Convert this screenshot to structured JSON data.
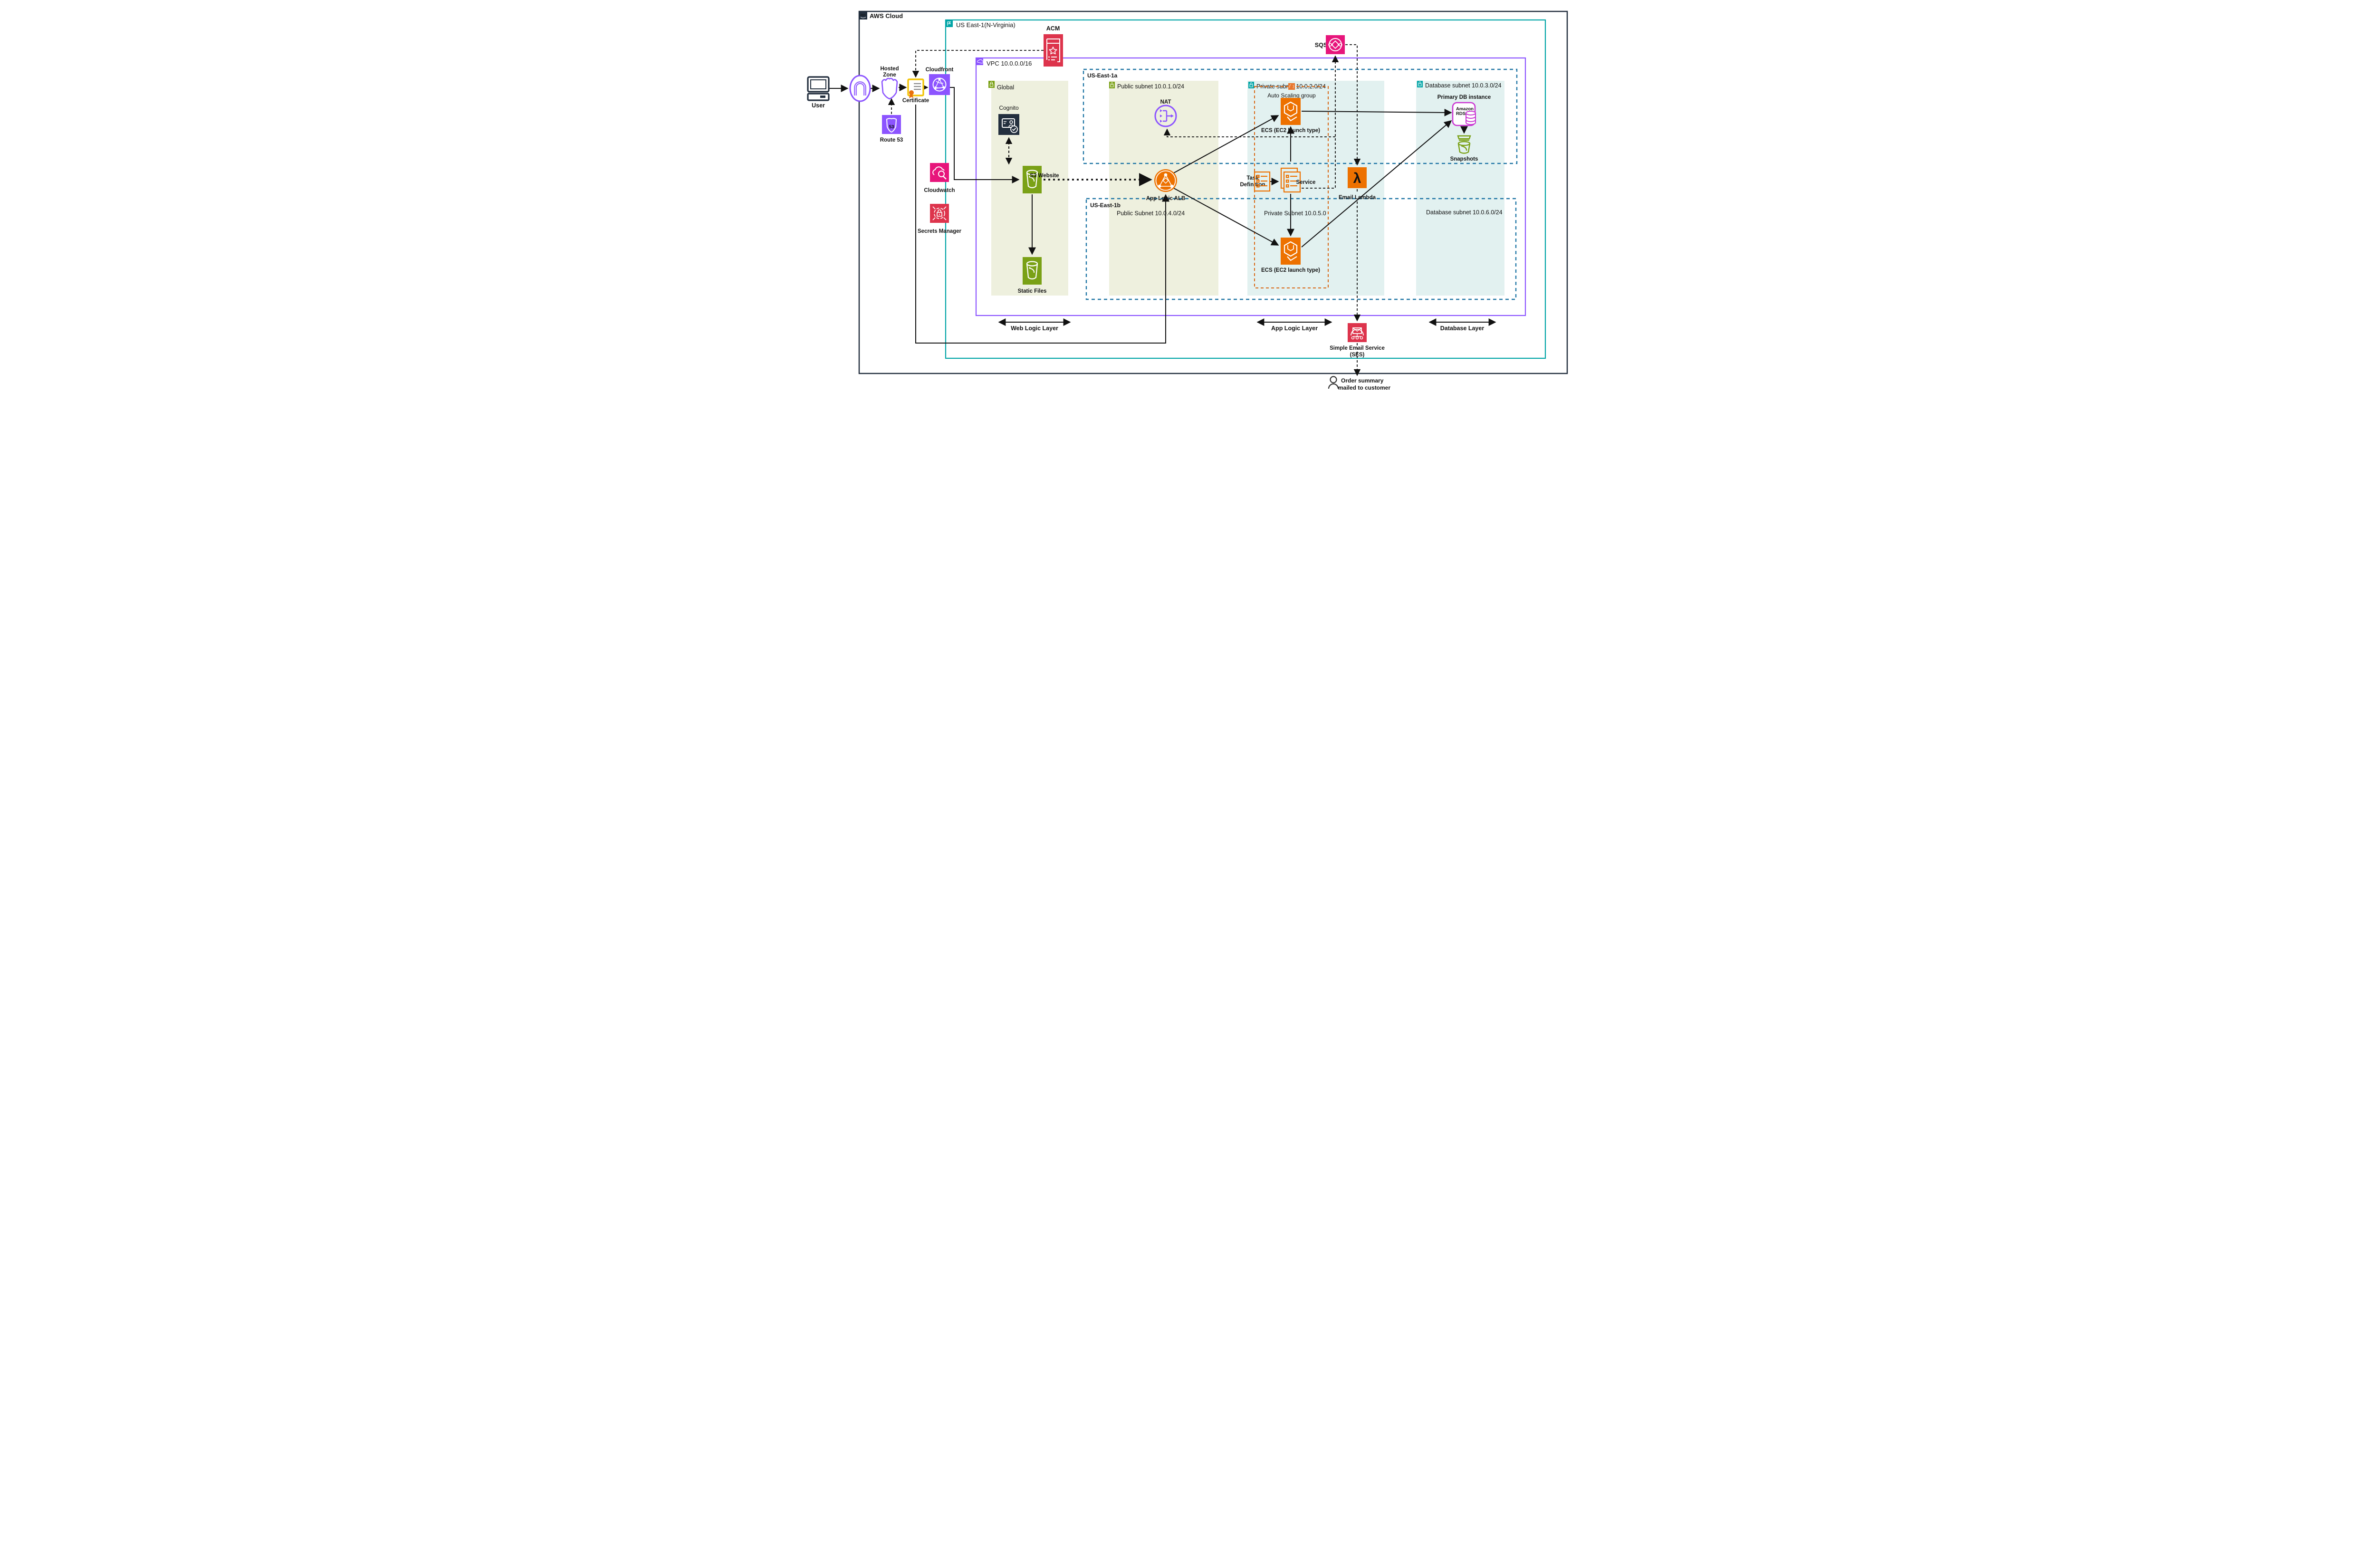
{
  "title": {
    "cloud": "AWS Cloud",
    "region": "US East-1(N-Virginia)",
    "vpc": "VPC 10.0.0.0/16",
    "logo": "aws"
  },
  "zones": {
    "global": "Global",
    "az_a": "US-East-1a",
    "az_b": "US-East-1b",
    "asg": "Auto Scaling group",
    "subnets": {
      "public_a": "Public subnet 10.0.1.0/24",
      "private_a": "Private subnet 10.0.2.0/24",
      "db_a": "Database subnet 10.0.3.0/24",
      "public_b": "Public Subnet 10.0.4.0/24",
      "private_b": "Private Subnet 10.0.5.0",
      "db_b": "Database subnet  10.0.6.0/24"
    }
  },
  "nodes": {
    "user": "User",
    "hosted_zone": [
      "Hosted",
      "Zone"
    ],
    "certificate": "Certificate",
    "cloudfront": "Cloudfront",
    "route53": "Route 53",
    "acm": "ACM",
    "sqs": "SQS",
    "cloudwatch": "Cloudwatch",
    "secrets_manager": "Secrets Manager",
    "cognito": "Cognito",
    "s3_website": "S3 Website",
    "static_files": "Static Files",
    "nat": "NAT",
    "alb": "App Logic ALB",
    "ecs_a": "ECS (EC2 launch type)",
    "ecs_b": "ECS (EC2 launch type)",
    "task_definition": [
      "Task",
      "Definition"
    ],
    "service": "Service",
    "email_lambda": "Email Lambda",
    "primary_db": "Primary DB instance",
    "snapshots": "Snapshots",
    "ses": [
      "Simple Email Service",
      "(SES)"
    ],
    "customer": [
      "Order summary",
      "mailed to customer"
    ]
  },
  "icons": {
    "route53_shield": "53",
    "lambda_glyph": "λ",
    "rds_line1": "Amazon",
    "rds_line2": "RDS"
  },
  "layers": {
    "web": "Web Logic Layer",
    "app": "App Logic Layer",
    "db": "Database Layer"
  },
  "colors": {
    "navy": "#232f3e",
    "teal": "#00a4a6",
    "region_label": "#1879a0",
    "purple": "#8c54ff",
    "green_label": "#3f8624",
    "olive": "#7aa116",
    "blue_label": "#1b76a3",
    "orange": "#ed7100",
    "asg_orange": "#d86613",
    "pink": "#e7157b",
    "red": "#dd344c",
    "magenta": "#c935d2",
    "band_sage": "#eef0de",
    "band_cyan": "#e2f1f0",
    "az_border": "#2076a5"
  }
}
